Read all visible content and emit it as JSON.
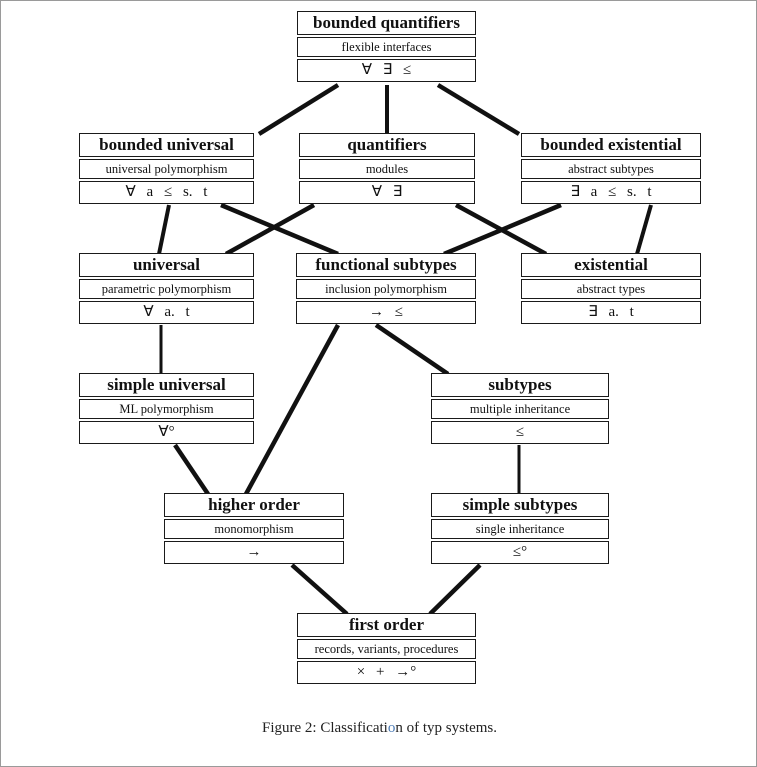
{
  "figure_type": "lattice-diagram",
  "caption": {
    "prefix": "Figure 2: Classificati",
    "artifact_char": "o",
    "suffix": "n of typ systems.",
    "artifact_color": "#4a7ab5"
  },
  "colors": {
    "background": "#ffffff",
    "box_border": "#1a1a1a",
    "edge_line": "#111111",
    "page_border": "#9a9a9a"
  },
  "nodes": {
    "bounded_quantifiers": {
      "title": "bounded quantifiers",
      "subtitle": "flexible interfaces",
      "symbols": "∀ ∃ ≤"
    },
    "bounded_universal": {
      "title": "bounded universal",
      "subtitle": "universal polymorphism",
      "symbols": "∀ a ≤ s. t"
    },
    "quantifiers": {
      "title": "quantifiers",
      "subtitle": "modules",
      "symbols": "∀ ∃"
    },
    "bounded_existential": {
      "title": "bounded existential",
      "subtitle": "abstract subtypes",
      "symbols": "∃ a ≤ s. t"
    },
    "universal": {
      "title": "universal",
      "subtitle": "parametric polymorphism",
      "symbols": "∀ a. t"
    },
    "functional_subtypes": {
      "title": "functional subtypes",
      "subtitle": "inclusion polymorphism",
      "symbols": "→ ≤"
    },
    "existential": {
      "title": "existential",
      "subtitle": "abstract types",
      "symbols": "∃ a. t"
    },
    "simple_universal": {
      "title": "simple universal",
      "subtitle": "ML polymorphism",
      "symbols": "∀°"
    },
    "subtypes": {
      "title": "subtypes",
      "subtitle": "multiple inheritance",
      "symbols": "≤"
    },
    "higher_order": {
      "title": "higher order",
      "subtitle": "monomorphism",
      "symbols": "→"
    },
    "simple_subtypes": {
      "title": "simple subtypes",
      "subtitle": "single inheritance",
      "symbols": "≤°"
    },
    "first_order": {
      "title": "first order",
      "subtitle": "records, variants, procedures",
      "symbols": "× + →°"
    }
  },
  "edges": [
    {
      "from": "bounded_quantifiers",
      "to": "bounded_universal"
    },
    {
      "from": "bounded_quantifiers",
      "to": "quantifiers"
    },
    {
      "from": "bounded_quantifiers",
      "to": "bounded_existential"
    },
    {
      "from": "bounded_universal",
      "to": "universal"
    },
    {
      "from": "bounded_universal",
      "to": "functional_subtypes"
    },
    {
      "from": "quantifiers",
      "to": "universal"
    },
    {
      "from": "quantifiers",
      "to": "existential"
    },
    {
      "from": "bounded_existential",
      "to": "functional_subtypes"
    },
    {
      "from": "bounded_existential",
      "to": "existential"
    },
    {
      "from": "universal",
      "to": "simple_universal"
    },
    {
      "from": "functional_subtypes",
      "to": "higher_order"
    },
    {
      "from": "functional_subtypes",
      "to": "subtypes"
    },
    {
      "from": "simple_universal",
      "to": "higher_order"
    },
    {
      "from": "subtypes",
      "to": "simple_subtypes"
    },
    {
      "from": "higher_order",
      "to": "first_order"
    },
    {
      "from": "simple_subtypes",
      "to": "first_order"
    }
  ]
}
